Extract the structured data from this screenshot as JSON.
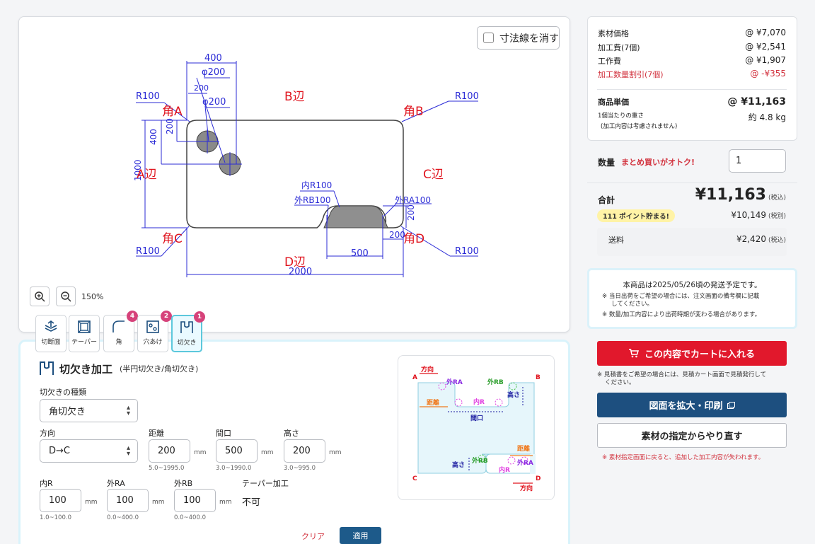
{
  "drawing": {
    "dim_toggle_label": "寸法線を消す",
    "zoom_level": "150%",
    "labels": {
      "side_a": "A辺",
      "side_b": "B辺",
      "side_c": "C辺",
      "side_d": "D辺",
      "corner_a": "角A",
      "corner_b": "角B",
      "corner_c": "角C",
      "corner_d": "角D",
      "r_a": "R100",
      "r_b": "R100",
      "r_c": "R100",
      "r_d": "R100",
      "dim_400_top": "400",
      "hole1": "φ200",
      "dim_200_mid": "200",
      "hole2": "φ200",
      "dim_200_left": "200",
      "dim_400_left": "400",
      "dim_1000": "1000",
      "inner_r": "内R100",
      "outer_rb": "外RB100",
      "outer_ra": "外RA100",
      "dim_200_right": "200",
      "dim_200_bottom": "200",
      "dim_500": "500",
      "dim_2000": "2000"
    }
  },
  "tabs": [
    {
      "label": "切断面",
      "icon": "cut-surface-icon",
      "badge": ""
    },
    {
      "label": "テーパー",
      "icon": "taper-icon",
      "badge": ""
    },
    {
      "label": "角",
      "icon": "corner-icon",
      "badge": "4"
    },
    {
      "label": "穴あけ",
      "icon": "drill-icon",
      "badge": "2"
    },
    {
      "label": "切欠き",
      "icon": "notch-icon",
      "badge": "1"
    }
  ],
  "notch": {
    "title": "切欠き加工",
    "subtitle": "(半円切欠き/角切欠き)",
    "type_label": "切欠きの種類",
    "type_value": "角切欠き",
    "direction_label": "方向",
    "direction_value": "D→C",
    "distance_label": "距離",
    "distance_value": "200",
    "distance_range": "5.0~1995.0",
    "opening_label": "間口",
    "opening_value": "500",
    "opening_range": "3.0~1990.0",
    "height_label": "高さ",
    "height_value": "200",
    "height_range": "3.0~995.0",
    "unit": "mm",
    "inner_r_label": "内R",
    "inner_r_value": "100",
    "inner_r_range": "1.0~100.0",
    "outer_ra_label": "外RA",
    "outer_ra_value": "100",
    "outer_ra_range": "0.0~400.0",
    "outer_rb_label": "外RB",
    "outer_rb_value": "100",
    "outer_rb_range": "0.0~400.0",
    "taper_label": "テーパー加工",
    "taper_value": "不可",
    "clear_label": "クリア",
    "apply_label": "適用",
    "diagram": {
      "direction": "方向",
      "distance": "距離",
      "opening": "間口",
      "height": "高さ",
      "inner_r": "内R",
      "outer_ra": "外RA",
      "outer_rb": "外RB",
      "corner_a": "A",
      "corner_b": "B",
      "corner_c": "C",
      "corner_d": "D"
    }
  },
  "price": {
    "material_label": "素材価格",
    "material_value": "@ ¥7,070",
    "processing_label": "加工費(7個)",
    "processing_value": "@ ¥2,541",
    "work_label": "工作費",
    "work_value": "@ ¥1,907",
    "discount_label": "加工数量割引(7個)",
    "discount_value": "@ -¥355",
    "unit_price_label": "商品単価",
    "unit_price_value": "@ ¥11,163",
    "weight_label": "1個当たりの重さ",
    "weight_note": "(加工内容は考慮されません)",
    "weight_value": "約 4.8 kg"
  },
  "quantity": {
    "label": "数量",
    "promo": "まとめ買いがオトク!",
    "value": "1"
  },
  "total": {
    "label": "合計",
    "value": "¥11,163",
    "tax_in": "(税込)",
    "points": "111 ポイント貯まる!",
    "excl_value": "¥10,149",
    "tax_ex": "(税別)",
    "shipping_label": "送料",
    "shipping_value": "¥2,420",
    "shipping_tax": "(税込)"
  },
  "notice": {
    "main": "本商品は2025/05/26頃の発送予定です。",
    "note1_line1": "※ 当日出荷をご希望の場合には、注文画面の備考欄に記載",
    "note1_line2": "してください。",
    "note2": "※ 数量/加工内容により出荷時期が変わる場合があります。"
  },
  "actions": {
    "cart_label": "この内容でカートに入れる",
    "estimate_note_line1": "※ 見積書をご希望の場合には、見積カート画面で見積発行して",
    "estimate_note_line2": "ください。",
    "print_label": "図面を拡大・印刷",
    "redo_label": "素材の指定からやり直す",
    "redo_warning": "※ 素材指定画面に戻ると、追加した加工内容が失われます。"
  },
  "colors": {
    "accent_red": "#e1182c",
    "navy": "#1d4f7f",
    "dimension_blue": "#2b2bd6",
    "label_red": "#e0141e"
  }
}
